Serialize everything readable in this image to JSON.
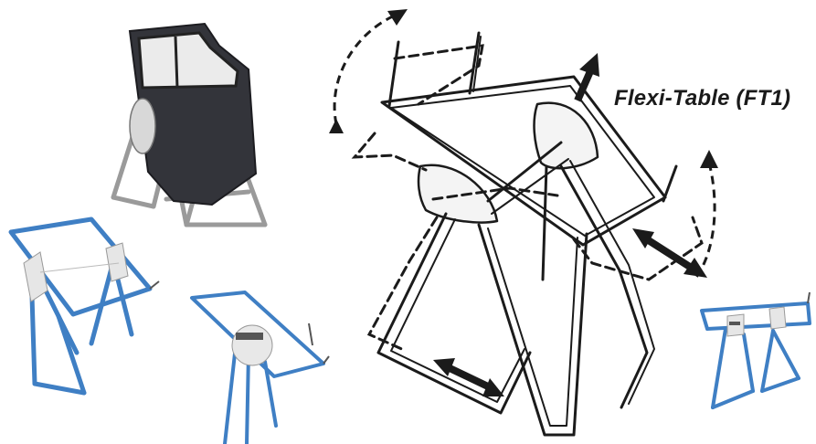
{
  "caption": {
    "text": "Flexi-Table (FT1)"
  },
  "colors": {
    "caption_text": "#1a1a1a",
    "blue_frame": "#3f7fc4",
    "blue_frame_dark": "#2a5f9e",
    "gray_frame": "#9a9a9a",
    "door_panel": "#33343a",
    "line_art": "#1b1b1b",
    "plate": "#e8e8e8"
  },
  "icons": {
    "door_on_stand": "photo-door-on-stand",
    "blue_stand_left": "photo-blue-stand",
    "blue_stand_middle": "photo-blue-stand-angled",
    "blue_stand_right": "photo-blue-stand-small",
    "line_drawing": "flexi-table-line-drawing",
    "arrows": [
      "curved-dashed-arrow",
      "double-arrow",
      "straight-arrow"
    ]
  }
}
